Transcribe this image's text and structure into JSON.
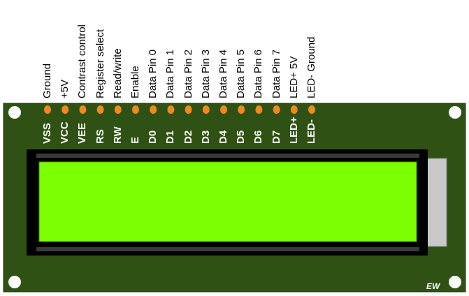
{
  "colors": {
    "board": "#2f5214",
    "pad": "#f18a1e",
    "hole": "#ffffff",
    "bezel": "#000000",
    "screen": "#7cff00",
    "backlight": "#c8c8c8"
  },
  "pins": [
    {
      "code": "VSS",
      "description": "Ground"
    },
    {
      "code": "VCC",
      "description": "+5V"
    },
    {
      "code": "VEE",
      "description": "Contrast control"
    },
    {
      "code": "RS",
      "description": "Register select"
    },
    {
      "code": "RW",
      "description": "Read/write"
    },
    {
      "code": "E",
      "description": "Enable"
    },
    {
      "code": "D0",
      "description": "Data Pin 0"
    },
    {
      "code": "D1",
      "description": "Data Pin 1"
    },
    {
      "code": "D2",
      "description": "Data Pin 2"
    },
    {
      "code": "D3",
      "description": "Data Pin 3"
    },
    {
      "code": "D4",
      "description": "Data Pin 4"
    },
    {
      "code": "D5",
      "description": "Data Pin 5"
    },
    {
      "code": "D6",
      "description": "Data Pin 6"
    },
    {
      "code": "D7",
      "description": "Data Pin 7"
    },
    {
      "code": "LED+",
      "description": "LED+ 5V"
    },
    {
      "code": "LED-",
      "description": "LED- Ground"
    }
  ],
  "watermark": "EW"
}
